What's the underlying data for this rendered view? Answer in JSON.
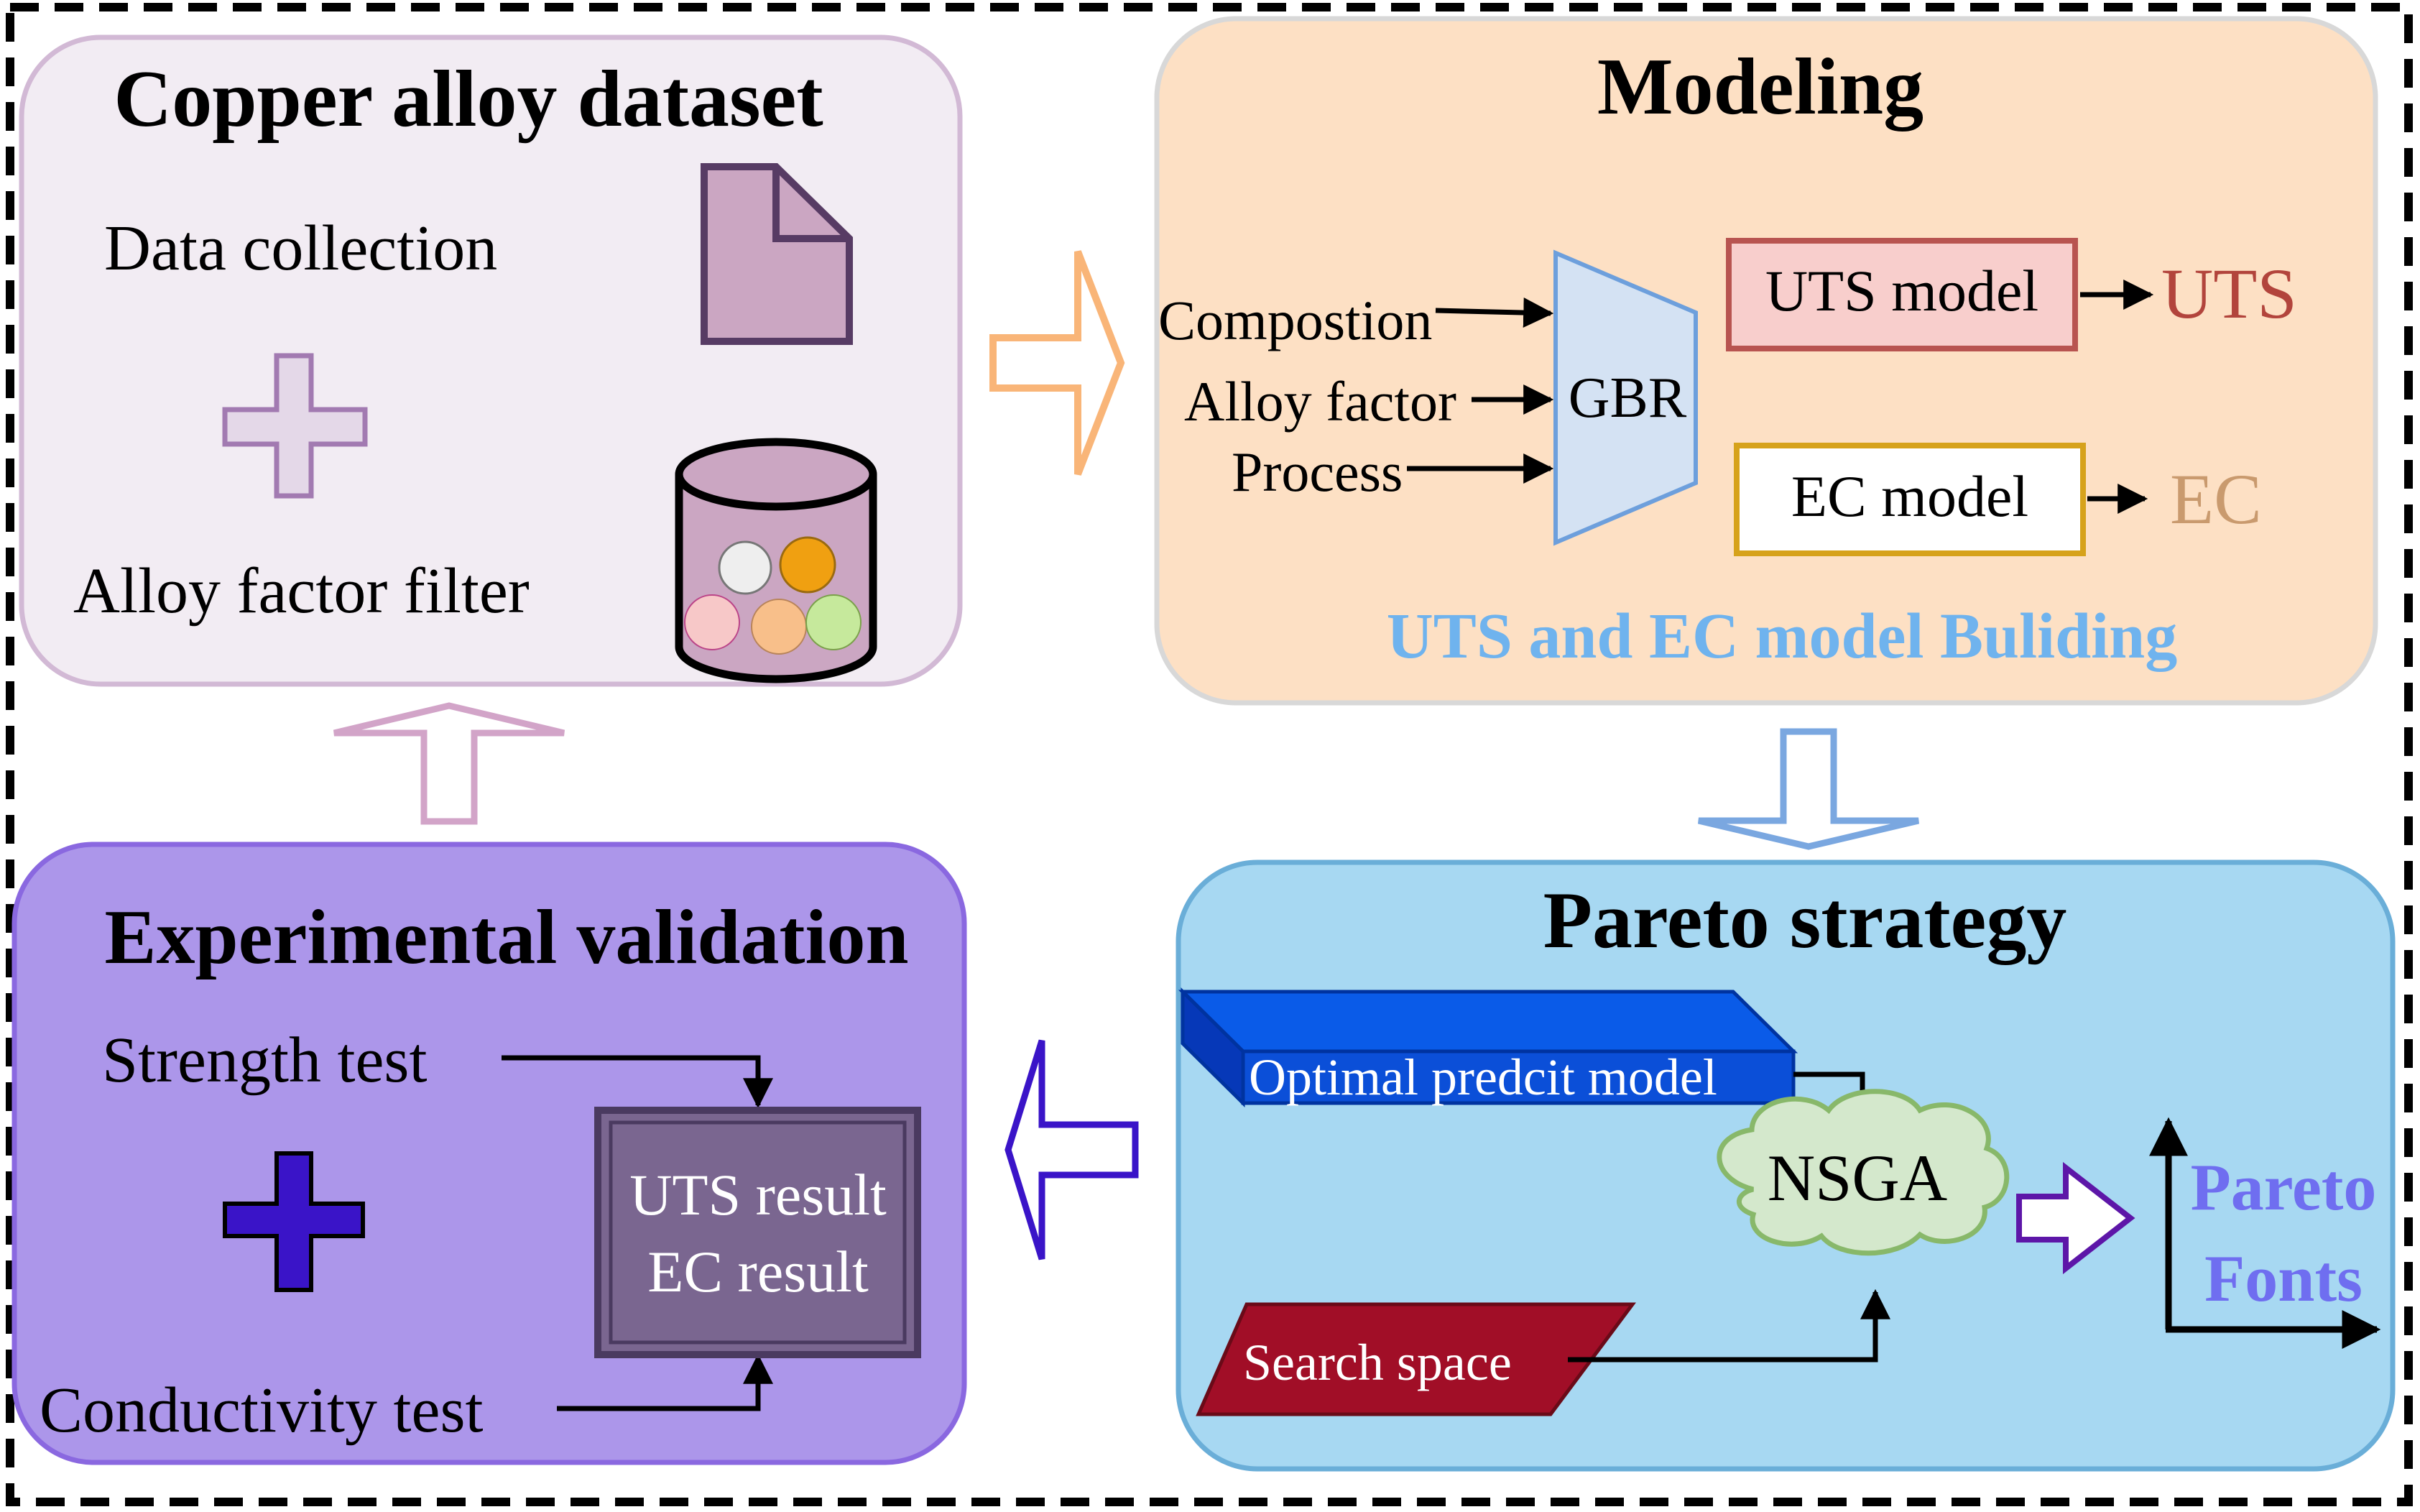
{
  "panels": {
    "dataset": {
      "title": "Copper alloy dataset",
      "data_collection": "Data collection",
      "alloy_factor_filter": "Alloy factor filter"
    },
    "modeling": {
      "title": "Modeling",
      "inputs": [
        "Compostion",
        "Alloy factor",
        "Process"
      ],
      "regressor": "GBR",
      "uts_model": "UTS model",
      "ec_model": "EC model",
      "uts_output": "UTS",
      "ec_output": "EC",
      "caption": "UTS and EC model Buliding"
    },
    "pareto": {
      "title": "Pareto strategy",
      "optimal_model": "Optimal  predcit model",
      "search_space": "Search space",
      "optimizer": "NSGA",
      "pareto_line1": "Pareto",
      "pareto_line2": "Fonts"
    },
    "validation": {
      "title": "Experimental validation",
      "strength_test": "Strength test",
      "conductivity_test": "Conductivity test",
      "uts_result": "UTS result",
      "ec_result": "EC result"
    }
  },
  "colors": {
    "dataset_fill": "#f2ecf3",
    "dataset_stroke": "#d2b9d5",
    "modeling_fill": "#fde0c4",
    "pareto_fill": "#a7d8f2",
    "validation_fill": "#ac96ea",
    "caption": "#6fb3ee",
    "uts_red": "#b2443c",
    "ec_tan": "#c99a6e",
    "pareto_text": "#6f6ef0",
    "navy": "#3a14c8"
  }
}
